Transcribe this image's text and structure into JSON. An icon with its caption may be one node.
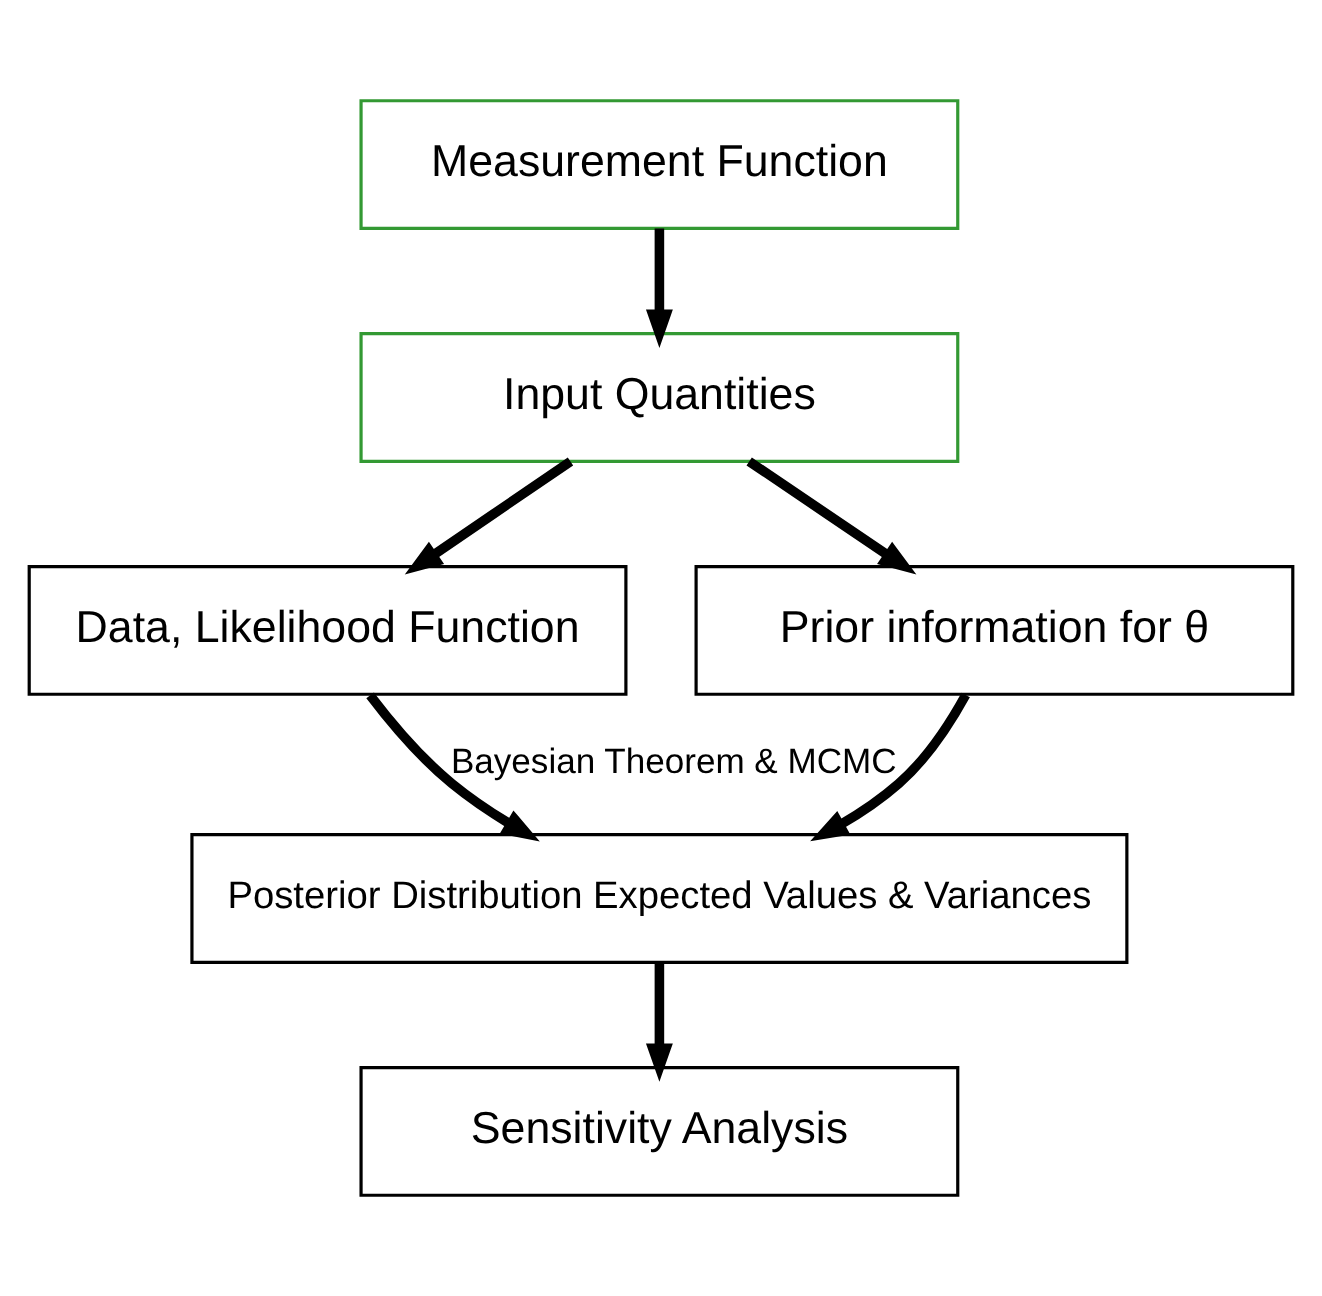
{
  "diagram": {
    "nodes": [
      {
        "text": [
          "Measurement Function"
        ]
      },
      {
        "text": [
          "Input Quantities"
        ]
      },
      {
        "text": [
          "Data, Likelihood Function"
        ]
      },
      {
        "text": [
          "Prior information for θ"
        ]
      },
      {
        "text": [
          "Posterior Distribution Expected Values & Variances"
        ]
      },
      {
        "text": [
          "Sensitivity Analysis"
        ]
      }
    ],
    "edges": [
      {
        "from": 0,
        "to": 1,
        "arrow": "to"
      },
      {
        "from": 1,
        "to": 2,
        "arrow": "to"
      },
      {
        "from": 1,
        "to": 3,
        "arrow": "to"
      },
      {
        "from": 2,
        "to": 4,
        "arrow": "to",
        "label": "Bayesian Theorem & MCMC"
      },
      {
        "from": 3,
        "to": 4,
        "arrow": "to"
      },
      {
        "from": 4,
        "to": 5,
        "arrow": "to"
      }
    ]
  }
}
